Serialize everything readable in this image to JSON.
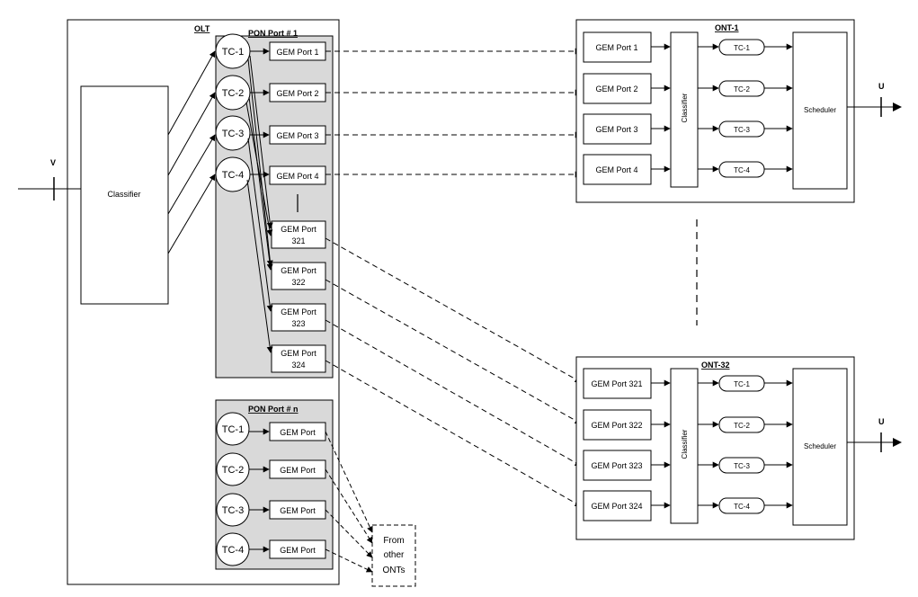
{
  "input_label": "V",
  "output_label": "U",
  "olt": {
    "title": "OLT",
    "classifier_label": "Classifier",
    "pon1": {
      "title": "PON Port # 1",
      "tcs": [
        "TC-1",
        "TC-2",
        "TC-3",
        "TC-4"
      ],
      "gem_ports": [
        "GEM Port 1",
        "GEM Port 2",
        "GEM Port 3",
        "GEM Port 4"
      ],
      "gem_ports_high": [
        {
          "line1": "GEM Port",
          "line2": "321"
        },
        {
          "line1": "GEM Port",
          "line2": "322"
        },
        {
          "line1": "GEM Port",
          "line2": "323"
        },
        {
          "line1": "GEM Port",
          "line2": "324"
        }
      ]
    },
    "ponn": {
      "title": "PON Port # n",
      "tcs": [
        "TC-1",
        "TC-2",
        "TC-3",
        "TC-4"
      ],
      "gem_ports": [
        "GEM Port",
        "GEM Port",
        "GEM Port",
        "GEM Port"
      ]
    }
  },
  "other_onts": {
    "line1": "From",
    "line2": "other",
    "line3": "ONTs"
  },
  "ont1": {
    "title": "ONT-1",
    "gem_ports": [
      "GEM Port 1",
      "GEM Port 2",
      "GEM Port 3",
      "GEM Port 4"
    ],
    "classifier_label": "Classifier",
    "tcs": [
      "TC-1",
      "TC-2",
      "TC-3",
      "TC-4"
    ],
    "scheduler_label": "Scheduler"
  },
  "ont32": {
    "title": "ONT-32",
    "gem_ports": [
      "GEM Port 321",
      "GEM Port 322",
      "GEM Port 323",
      "GEM Port 324"
    ],
    "classifier_label": "Classifier",
    "tcs": [
      "TC-1",
      "TC-2",
      "TC-3",
      "TC-4"
    ],
    "scheduler_label": "Scheduler"
  }
}
